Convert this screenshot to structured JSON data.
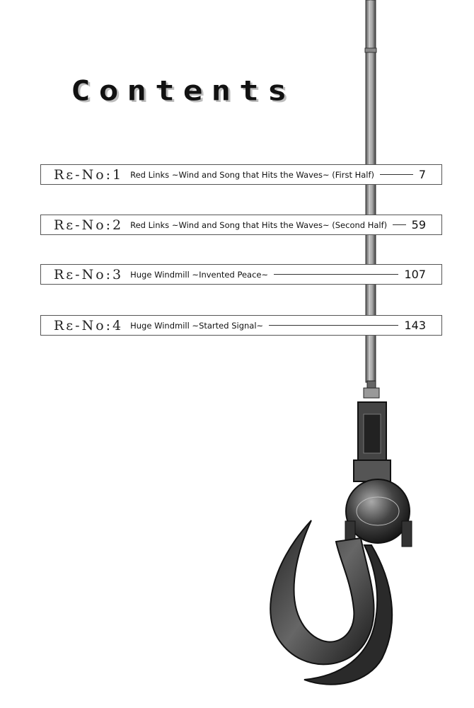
{
  "heading": "Contents",
  "entries": [
    {
      "label": "Rε-No:1",
      "title": "Red Links ~Wind and Song that Hits the Waves~ (First Half)",
      "page": "7"
    },
    {
      "label": "Rε-No:2",
      "title": "Red Links ~Wind and Song that Hits the Waves~ (Second Half)",
      "page": "59"
    },
    {
      "label": "Rε-No:3",
      "title": "Huge Windmill ~Invented Peace~",
      "page": "107"
    },
    {
      "label": "Rε-No:4",
      "title": "Huge Windmill ~Started Signal~",
      "page": "143"
    }
  ],
  "illustration": {
    "icon": "crane-hook-icon"
  }
}
